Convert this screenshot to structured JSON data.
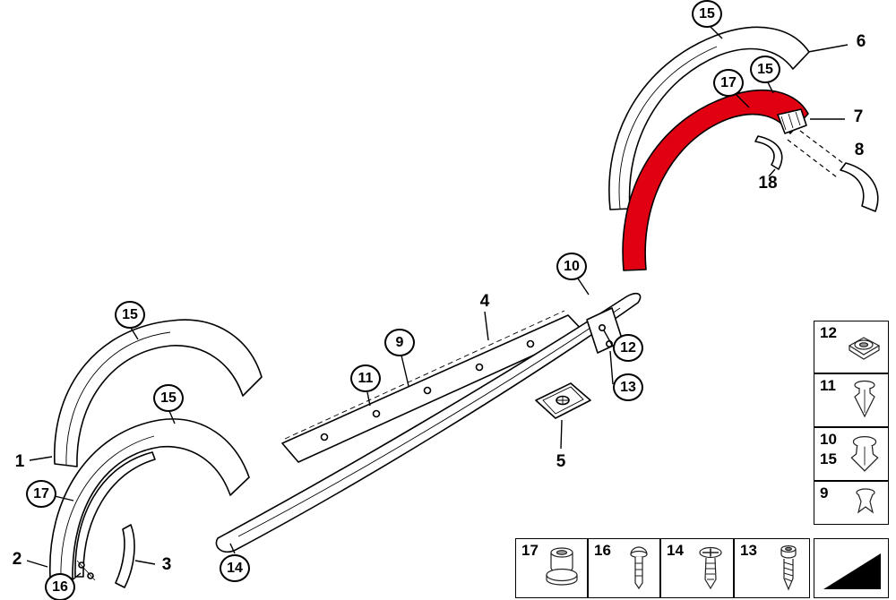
{
  "diagram": {
    "background": "#ffffff",
    "highlight_color": "#e10012",
    "line_color": "#000000"
  },
  "callouts": {
    "circles": [
      {
        "label": "15"
      },
      {
        "label": "17"
      },
      {
        "label": "15"
      },
      {
        "label": "10"
      },
      {
        "label": "9"
      },
      {
        "label": "11"
      },
      {
        "label": "12"
      },
      {
        "label": "13"
      },
      {
        "label": "15"
      },
      {
        "label": "15"
      },
      {
        "label": "17"
      },
      {
        "label": "16"
      },
      {
        "label": "14"
      }
    ],
    "plain": [
      {
        "label": "6"
      },
      {
        "label": "7"
      },
      {
        "label": "8"
      },
      {
        "label": "18"
      },
      {
        "label": "4"
      },
      {
        "label": "5"
      },
      {
        "label": "1"
      },
      {
        "label": "2"
      },
      {
        "label": "3"
      }
    ]
  },
  "legend_right": {
    "rows": [
      {
        "labels": [
          "12"
        ],
        "icon": "grommet-nut-icon"
      },
      {
        "labels": [
          "11"
        ],
        "icon": "expanding-rivet-icon"
      },
      {
        "labels": [
          "10",
          "15"
        ],
        "icon": "retaining-clip-icon"
      },
      {
        "labels": [
          "9"
        ],
        "icon": "spring-clip-icon"
      }
    ]
  },
  "legend_bottom": {
    "items": [
      {
        "label": "17",
        "icon": "flanged-nut-icon"
      },
      {
        "label": "16",
        "icon": "blind-rivet-icon"
      },
      {
        "label": "14",
        "icon": "expansion-rivet-icon"
      },
      {
        "label": "13",
        "icon": "tapping-screw-icon"
      }
    ],
    "direction_icon": "direction-arrow-icon"
  }
}
